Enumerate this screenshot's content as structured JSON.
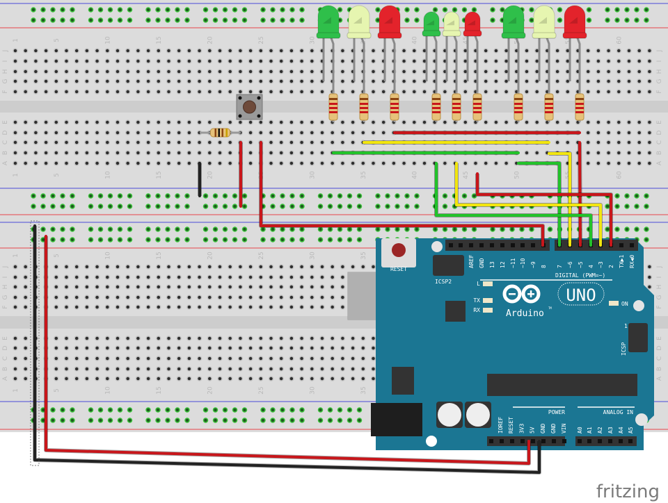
{
  "breadboard": {
    "column_numbers": [
      "1",
      "5",
      "10",
      "15",
      "20",
      "25",
      "30",
      "35",
      "40",
      "45",
      "50",
      "55",
      "60"
    ],
    "row_letters_top": [
      "J",
      "I",
      "H",
      "G",
      "F"
    ],
    "row_letters_bottom": [
      "E",
      "D",
      "C",
      "B",
      "A"
    ],
    "colors": {
      "body": "#dcdcdc",
      "gap": "#cdcdcd",
      "rail_red": "#e8454a",
      "rail_blue": "#4a4ad8",
      "hole": "#2e2e2e",
      "hole_active": "#3cc43c"
    }
  },
  "arduino": {
    "color": "#1b7693",
    "reset_label": "RESET",
    "icsp2_label": "ICSP2",
    "icsp_label": "ICSP",
    "icsp_pin1": "1",
    "digital_label": "DIGITAL (PWM=~)",
    "digital_pins_a": [
      "AREF",
      "GND",
      "13",
      "12",
      "~11",
      "~10",
      "~9",
      "8"
    ],
    "digital_pins_b": [
      "7",
      "~6",
      "~5",
      "4",
      "~3",
      "2",
      "TX▶1",
      "RX◀0"
    ],
    "led_l": "L",
    "led_tx": "TX",
    "led_rx": "RX",
    "led_on": "ON",
    "brand": "Arduino",
    "trademark": "TM",
    "model": "UNO",
    "power_label": "POWER",
    "power_pins": [
      "IOREF",
      "RESET",
      "3V3",
      "5V",
      "GND",
      "GND",
      "VIN"
    ],
    "analog_label": "ANALOG IN",
    "analog_pins": [
      "A0",
      "A1",
      "A2",
      "A3",
      "A4",
      "A5"
    ]
  },
  "leds": [
    {
      "color": "green",
      "hex": "#2fbf4a"
    },
    {
      "color": "yellow",
      "hex": "#e6f5b0"
    },
    {
      "color": "red",
      "hex": "#e3232b"
    },
    {
      "color": "green",
      "hex": "#2fbf4a"
    },
    {
      "color": "yellow",
      "hex": "#e6f5b0"
    },
    {
      "color": "red",
      "hex": "#e3232b"
    },
    {
      "color": "green",
      "hex": "#2fbf4a"
    },
    {
      "color": "yellow",
      "hex": "#e6f5b0"
    },
    {
      "color": "red",
      "hex": "#e3232b"
    }
  ],
  "wire_colors": {
    "red": "#c8161b",
    "yellow": "#f2e60f",
    "green": "#22c22a",
    "black": "#222222"
  },
  "logo": "fritzing"
}
